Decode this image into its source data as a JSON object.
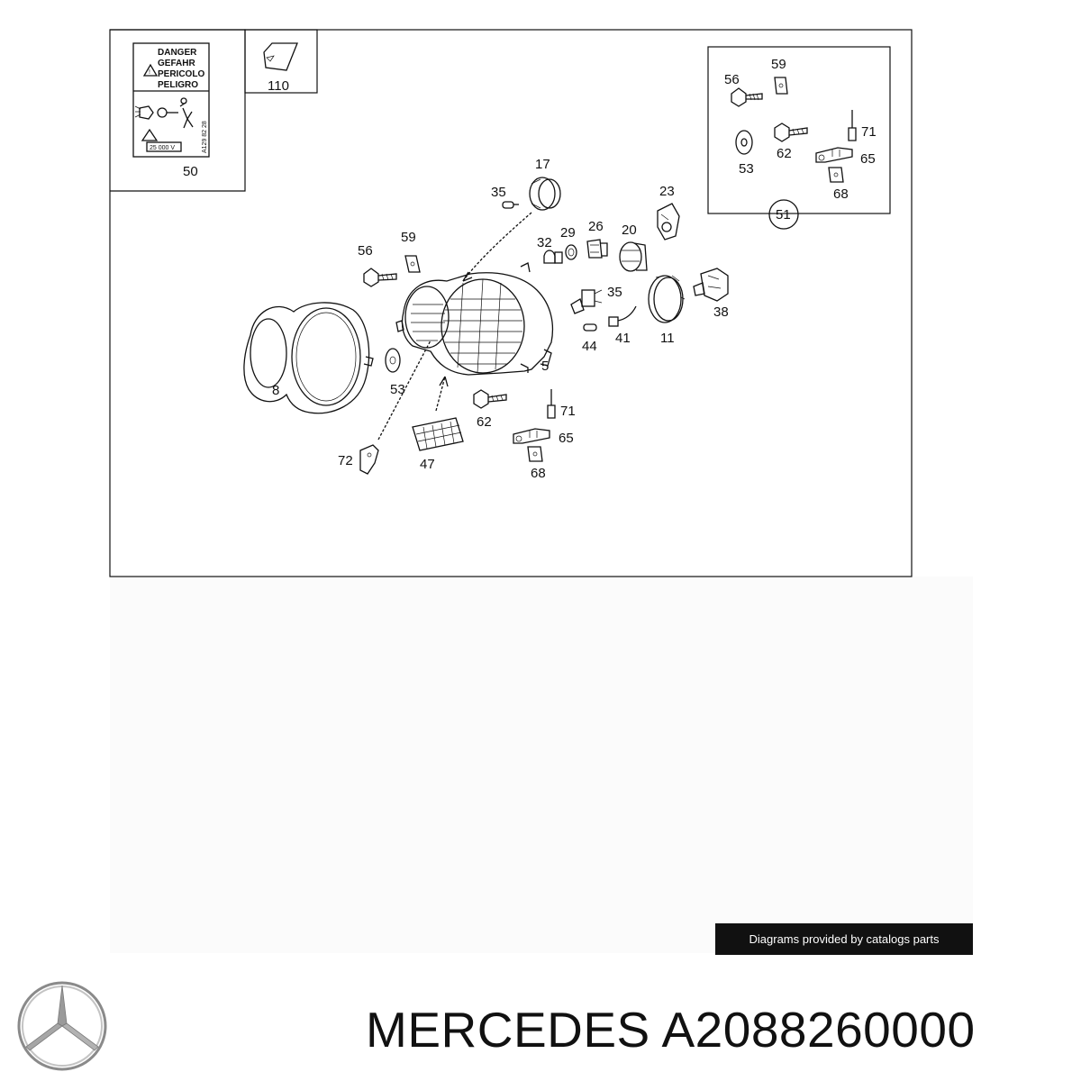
{
  "diagram": {
    "warning_label_lines": [
      "DANGER",
      "GEFAHR",
      "PERICOLO",
      "PELIGRO"
    ],
    "voltage_label": "25 000 V",
    "label_code": "A129 82 28",
    "callouts": {
      "c50": "50",
      "c110": "110",
      "c17": "17",
      "c35a": "35",
      "c23": "23",
      "c56a": "56",
      "c59a": "59",
      "c32": "32",
      "c29": "29",
      "c26": "26",
      "c20": "20",
      "c35b": "35",
      "c38": "38",
      "c44": "44",
      "c41": "41",
      "c11": "11",
      "c8": "8",
      "c53a": "53",
      "c5": "5",
      "c62a": "62",
      "c71a": "71",
      "c65a": "65",
      "c68a": "68",
      "c72": "72",
      "c47": "47",
      "c56b": "56",
      "c59b": "59",
      "c71b": "71",
      "c53b": "53",
      "c62b": "62",
      "c65b": "65",
      "c68b": "68",
      "c51": "51"
    }
  },
  "credit": "Diagrams provided by catalogs parts",
  "brand_text": "MERCEDES A2088260000",
  "logo_icon": "mercedes-star-icon"
}
